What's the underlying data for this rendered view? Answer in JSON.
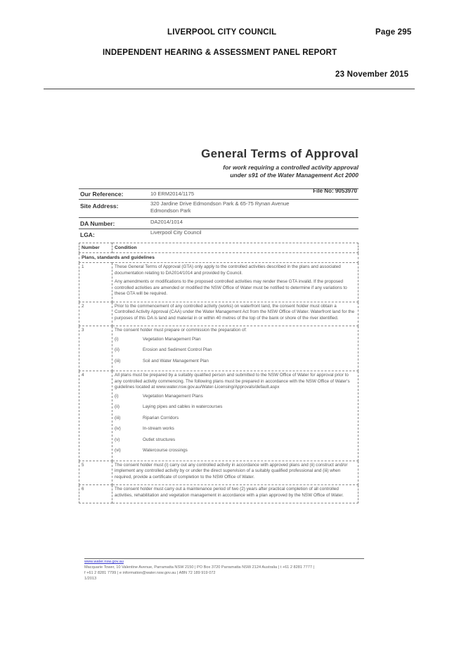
{
  "header": {
    "council": "LIVERPOOL CITY COUNCIL",
    "page": "Page 295",
    "report_title": "INDEPENDENT HEARING & ASSESSMENT PANEL REPORT",
    "date": "23 November 2015"
  },
  "gta": {
    "title": "General Terms of Approval",
    "subtitle1": "for work requiring a controlled activity approval",
    "subtitle2": "under s91 of the Water Management Act 2000",
    "our_reference_label": "Our Reference:",
    "our_reference": "10 ERM2014/1175",
    "file_no": "File No: 9053970",
    "site_address_label": "Site Address:",
    "site_address_line1": "320 Jardine Drive Edmondson Park & 65-75 Rynan Avenue",
    "site_address_line2": "Edmondson Park",
    "da_number_label": "DA Number:",
    "da_number": "DA2014/1014",
    "lga_label": "LGA:",
    "lga": "Liverpool City Council"
  },
  "table": {
    "col_number": "Number",
    "col_condition": "Condition",
    "section": "Plans, standards and guidelines",
    "rows": [
      {
        "num": "1",
        "p1": "These General Terms of Approval (GTA) only apply to the controlled activities described in the plans and associated documentation relating to DA2014/1014 and provided by Council.",
        "p2": "Any amendments or modifications to the proposed controlled activities may render these GTA invalid. If the proposed controlled activities are amended or modified the NSW Office of Water must be notified to determine if any variations to these GTA will be required."
      },
      {
        "num": "2",
        "p1": "Prior to the commencement of any controlled activity (works) on waterfront land, the consent holder must obtain a Controlled Activity Approval (CAA) under the Water Management Act from the NSW Office of Water. Waterfront land for the purposes of this DA is land and material in or within 40 metres of the top of the bank or shore of the river identified."
      },
      {
        "num": "3",
        "p1": "The consent holder must prepare or commission the preparation of:",
        "items": [
          {
            "r": "(i)",
            "t": "Vegetation Management Plan"
          },
          {
            "r": "(ii)",
            "t": "Erosion and Sediment Control Plan"
          },
          {
            "r": "(iii)",
            "t": "Soil and Water Management Plan"
          }
        ]
      },
      {
        "num": "4",
        "p1": "All plans must be prepared by a suitably qualified person and submitted to the NSW Office of Water for approval prior to any controlled activity commencing. The following plans must be prepared in accordance with the NSW Office of Water's guidelines located at www.water.nsw.gov.au/Water-Licensing/Approvals/default.aspx",
        "items": [
          {
            "r": "(i)",
            "t": "Vegetation Management Plans"
          },
          {
            "r": "(ii)",
            "t": "Laying pipes and cables in watercourses"
          },
          {
            "r": "(iii)",
            "t": "Riparian Corridors"
          },
          {
            "r": "(iv)",
            "t": "In-stream works"
          },
          {
            "r": "(v)",
            "t": "Outlet structures"
          },
          {
            "r": "(vi)",
            "t": "Watercourse crossings"
          }
        ]
      },
      {
        "num": "5",
        "p1": "The consent holder must (i) carry out any controlled activity in accordance with approved plans and (ii) construct and/or implement any controlled activity by or under the direct supervision of a suitably qualified professional and (iii) when required, provide a certificate of completion to the NSW Office of Water."
      },
      {
        "num": "6",
        "p1": "The consent holder must carry out a maintenance period of two (2) years after practical completion of all controlled activities, rehabilitation and vegetation management in accordance with a plan approved by the NSW Office of Water."
      }
    ]
  },
  "footer": {
    "url": "www.water.nsw.gov.au",
    "line1": "Macquarie Tower, 10 Valentine Avenue, Parramatta NSW 2150 | PO Box 3720 Parramatta NSW 2124 Australia | t +61 2 8281 7777 |",
    "line2": "f +61 2 8281 7799 | e information@water.nsw.gov.au | ABN 72 189 919 072",
    "line3": "1/2013"
  }
}
